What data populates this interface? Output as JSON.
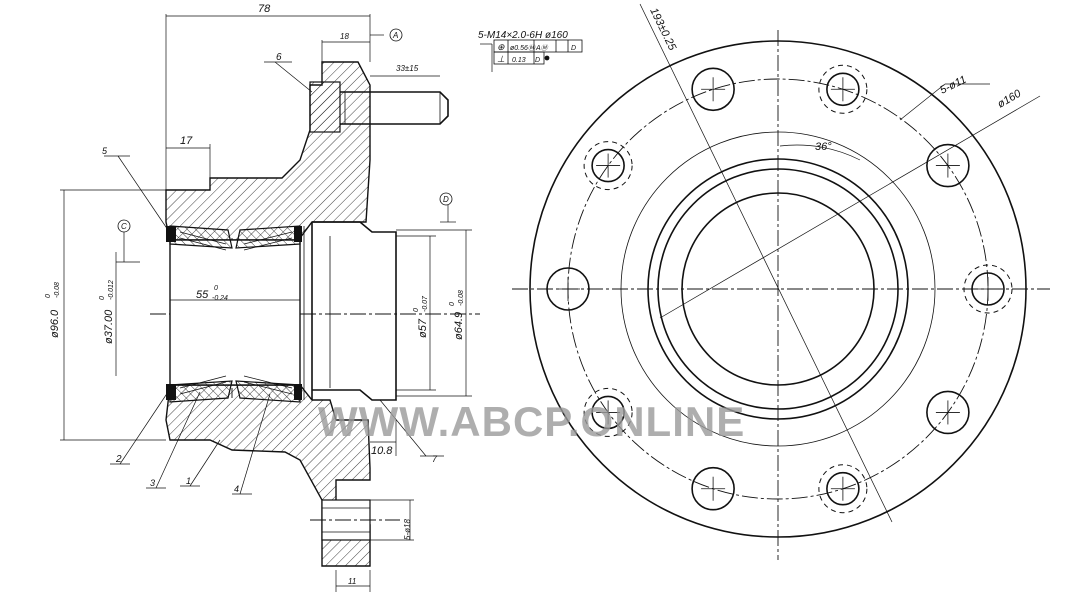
{
  "section_view": {
    "dimensions": {
      "overall_length": "78",
      "flange_thickness": "18",
      "datum_a": "A",
      "datum_c": "C",
      "datum_d": "D",
      "stud_length": "33±15",
      "hub_step": "17",
      "bearing_span": "55",
      "bearing_span_tol": "-0.24",
      "bearing_span_tol_upper": "0",
      "bore_96": "ø96.0",
      "bore_96_tol": "-0.08",
      "bore_96_tol_upper": "0",
      "bore_37": "ø37.00",
      "bore_37_tol": "-0.012",
      "bore_37_tol_upper": "0",
      "bore_57": "ø57",
      "bore_57_tol": "-0.07",
      "bore_57_tol_upper": "0",
      "bore_649": "ø64.9",
      "bore_649_tol": "-0.08",
      "bore_649_tol_upper": "0",
      "pilot_length": "10.8",
      "hole_size": "5-ø18",
      "hole_depth": "11"
    },
    "thread_callout": "5-M14×2.0-6H  ø160",
    "tolerance_frame": {
      "row1": [
        "⊕",
        "ø0.56Ⓜ",
        "AⓂ",
        "D"
      ],
      "row2": [
        "⊥",
        "0.13",
        "D"
      ]
    },
    "part_labels": [
      "1",
      "2",
      "3",
      "4",
      "5",
      "6",
      "7"
    ]
  },
  "front_view": {
    "dimensions": {
      "bolt_circle_outer": "193±0.25",
      "hole_callout": "5-ø11",
      "pcd": "ø160",
      "angle": "36°"
    }
  },
  "watermark": "WWW.ABCP.ONLINE"
}
